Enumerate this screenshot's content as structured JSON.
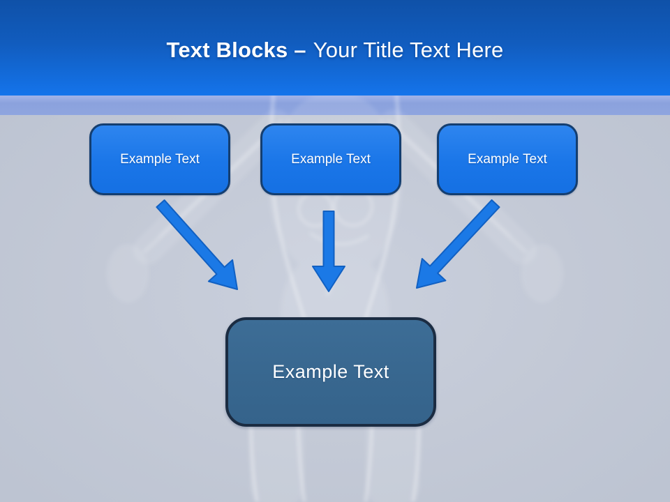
{
  "slide": {
    "title_bold": "Text Blocks –",
    "title_rest": "Your Title Text Here"
  },
  "blocks": {
    "top": [
      {
        "label": "Example Text"
      },
      {
        "label": "Example Text"
      },
      {
        "label": "Example Text"
      }
    ],
    "bottom": {
      "label": "Example Text"
    }
  },
  "icons": {
    "arrow_left": "arrow-down-right",
    "arrow_center": "arrow-down",
    "arrow_right": "arrow-down-left"
  },
  "colors": {
    "header_top": "#0f51a8",
    "header_bottom": "#1474eb",
    "band": "#8ba2dd",
    "background": "#c3c9d6",
    "box_fill": "#1a76e8",
    "box_border": "#143e70",
    "bottom_fill": "#38678f",
    "bottom_border": "#1b2c42",
    "arrow_fill": "#1b79e6",
    "arrow_stroke": "#1160c2",
    "title_color": "#ffffff"
  }
}
